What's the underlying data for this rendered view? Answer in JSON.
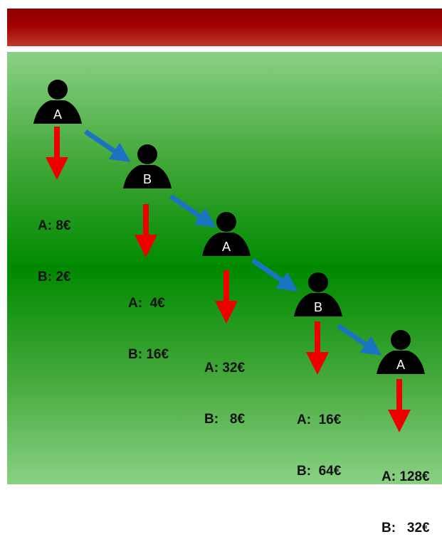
{
  "nodes": [
    {
      "letter": "A",
      "payoff_a": "A: 8€",
      "payoff_b": "B: 2€"
    },
    {
      "letter": "B",
      "payoff_a": "A:  4€",
      "payoff_b": "B: 16€"
    },
    {
      "letter": "A",
      "payoff_a": "A: 32€",
      "payoff_b": "B:   8€"
    },
    {
      "letter": "B",
      "payoff_a": "A:  16€",
      "payoff_b": "B:  64€"
    },
    {
      "letter": "A",
      "payoff_a": "A: 128€",
      "payoff_b": "B:   32€"
    }
  ],
  "colors": {
    "header": "#990000",
    "panel_green": "#008a00",
    "stop_arrow": "#ee0000",
    "pass_arrow": "#1a74c2",
    "person": "#000000"
  }
}
